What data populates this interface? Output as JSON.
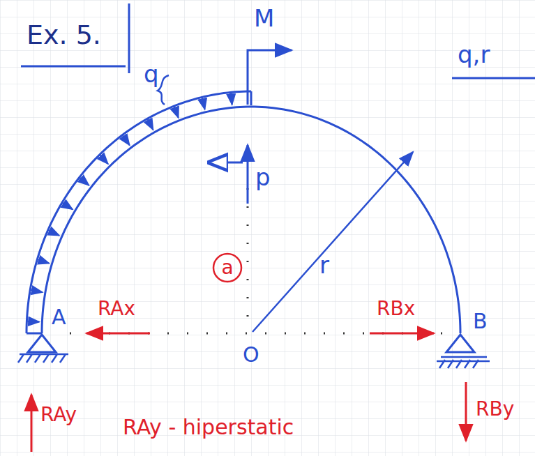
{
  "diagram": {
    "title": "Ex. 5.",
    "nodes": [
      {
        "text": [
          "a"
        ]
      }
    ],
    "labels": [
      "q,r",
      "q",
      "M",
      "p",
      "r",
      "RAx",
      "RBx",
      "A",
      "B",
      "O",
      "RAy",
      "RBy",
      "RAy - hiperstatic"
    ]
  }
}
